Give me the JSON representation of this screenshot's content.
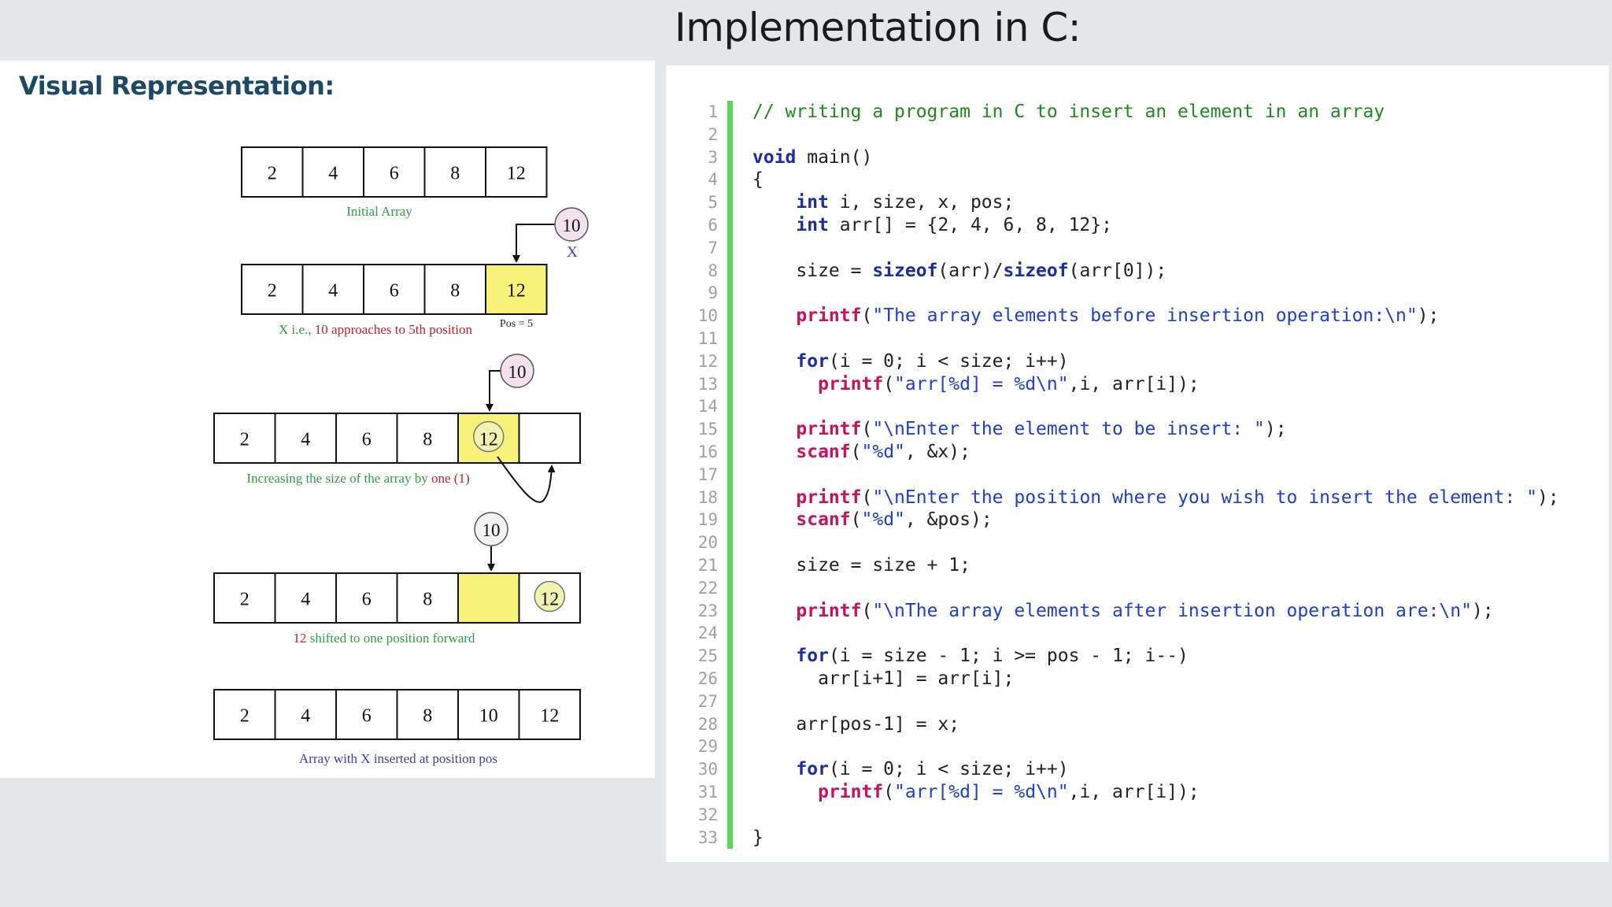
{
  "left_panel": {
    "title": "Visual Representation:",
    "stages": [
      {
        "cells": [
          "2",
          "4",
          "6",
          "8",
          "12"
        ],
        "highlight_index": null,
        "caption_parts": [
          {
            "text": "Initial Array",
            "color": "#2e9e44"
          }
        ]
      },
      {
        "cells": [
          "2",
          "4",
          "6",
          "8",
          "12"
        ],
        "highlight_index": 4,
        "incoming_value": "10",
        "incoming_label": "X",
        "pos_label": "Pos = 5",
        "caption_parts": [
          {
            "text": "X i.e.,",
            "color": "#2e9e44"
          },
          {
            "text": " 10 ",
            "color": "#c0222e"
          },
          {
            "text": "approaches to 5th position",
            "color": "#c0222e"
          }
        ]
      },
      {
        "cells": [
          "2",
          "4",
          "6",
          "8",
          "12",
          ""
        ],
        "highlight_index": 4,
        "circled_index": 4,
        "incoming_value": "10",
        "caption_parts": [
          {
            "text": "Increasing the size of the array by ",
            "color": "#2e9e44"
          },
          {
            "text": "one (1)",
            "color": "#c0222e"
          }
        ]
      },
      {
        "cells": [
          "2",
          "4",
          "6",
          "8",
          "",
          "12"
        ],
        "highlight_index": 4,
        "circled_index": 5,
        "incoming_value": "10",
        "caption_parts": [
          {
            "text": "12 ",
            "color": "#c0222e"
          },
          {
            "text": "shifted to one position forward",
            "color": "#2e9e44"
          }
        ]
      },
      {
        "cells": [
          "2",
          "4",
          "6",
          "8",
          "10",
          "12"
        ],
        "highlight_index": null,
        "caption_parts": [
          {
            "text": "Array with X inserted at position pos",
            "color": "#3b3fa8"
          }
        ]
      }
    ]
  },
  "right_panel": {
    "title": "Implementation in C:",
    "colors": {
      "gutter_bar": "#5cd65c",
      "line_number": "#a0a0a0"
    },
    "code_lines": [
      [
        {
          "t": "comment",
          "v": "// writing a program in C to insert an element in an array"
        }
      ],
      [],
      [
        {
          "t": "keyword",
          "v": "void"
        },
        {
          "t": "plain",
          "v": " main()"
        }
      ],
      [
        {
          "t": "plain",
          "v": "{"
        }
      ],
      [
        {
          "t": "plain",
          "v": "    "
        },
        {
          "t": "keyword",
          "v": "int"
        },
        {
          "t": "plain",
          "v": " i, size, x, pos;"
        }
      ],
      [
        {
          "t": "plain",
          "v": "    "
        },
        {
          "t": "keyword",
          "v": "int"
        },
        {
          "t": "plain",
          "v": " arr[] = {2, 4, 6, 8, 12};"
        }
      ],
      [],
      [
        {
          "t": "plain",
          "v": "    size = "
        },
        {
          "t": "keyword",
          "v": "sizeof"
        },
        {
          "t": "plain",
          "v": "(arr)/"
        },
        {
          "t": "keyword",
          "v": "sizeof"
        },
        {
          "t": "plain",
          "v": "(arr[0]);"
        }
      ],
      [],
      [
        {
          "t": "plain",
          "v": "    "
        },
        {
          "t": "func",
          "v": "printf"
        },
        {
          "t": "plain",
          "v": "("
        },
        {
          "t": "string",
          "v": "\"The array elements before insertion operation:\\n\""
        },
        {
          "t": "plain",
          "v": ");"
        }
      ],
      [],
      [
        {
          "t": "plain",
          "v": "    "
        },
        {
          "t": "keyword",
          "v": "for"
        },
        {
          "t": "plain",
          "v": "(i = 0; i < size; i++)"
        }
      ],
      [
        {
          "t": "plain",
          "v": "      "
        },
        {
          "t": "func",
          "v": "printf"
        },
        {
          "t": "plain",
          "v": "("
        },
        {
          "t": "string",
          "v": "\"arr[%d] = %d\\n\""
        },
        {
          "t": "plain",
          "v": ",i, arr[i]);"
        }
      ],
      [],
      [
        {
          "t": "plain",
          "v": "    "
        },
        {
          "t": "func",
          "v": "printf"
        },
        {
          "t": "plain",
          "v": "("
        },
        {
          "t": "string",
          "v": "\"\\nEnter the element to be insert: \""
        },
        {
          "t": "plain",
          "v": ");"
        }
      ],
      [
        {
          "t": "plain",
          "v": "    "
        },
        {
          "t": "func",
          "v": "scanf"
        },
        {
          "t": "plain",
          "v": "("
        },
        {
          "t": "string",
          "v": "\"%d\""
        },
        {
          "t": "plain",
          "v": ", &x);"
        }
      ],
      [],
      [
        {
          "t": "plain",
          "v": "    "
        },
        {
          "t": "func",
          "v": "printf"
        },
        {
          "t": "plain",
          "v": "("
        },
        {
          "t": "string",
          "v": "\"\\nEnter the position where you wish to insert the element: \""
        },
        {
          "t": "plain",
          "v": ");"
        }
      ],
      [
        {
          "t": "plain",
          "v": "    "
        },
        {
          "t": "func",
          "v": "scanf"
        },
        {
          "t": "plain",
          "v": "("
        },
        {
          "t": "string",
          "v": "\"%d\""
        },
        {
          "t": "plain",
          "v": ", &pos);"
        }
      ],
      [],
      [
        {
          "t": "plain",
          "v": "    size = size + 1;"
        }
      ],
      [],
      [
        {
          "t": "plain",
          "v": "    "
        },
        {
          "t": "func",
          "v": "printf"
        },
        {
          "t": "plain",
          "v": "("
        },
        {
          "t": "string",
          "v": "\"\\nThe array elements after insertion operation are:\\n\""
        },
        {
          "t": "plain",
          "v": ");"
        }
      ],
      [],
      [
        {
          "t": "plain",
          "v": "    "
        },
        {
          "t": "keyword",
          "v": "for"
        },
        {
          "t": "plain",
          "v": "(i = size - 1; i >= pos - 1; i--)"
        }
      ],
      [
        {
          "t": "plain",
          "v": "      arr[i+1] = arr[i];"
        }
      ],
      [],
      [
        {
          "t": "plain",
          "v": "    arr[pos-1] = x;"
        }
      ],
      [],
      [
        {
          "t": "plain",
          "v": "    "
        },
        {
          "t": "keyword",
          "v": "for"
        },
        {
          "t": "plain",
          "v": "(i = 0; i < size; i++)"
        }
      ],
      [
        {
          "t": "plain",
          "v": "      "
        },
        {
          "t": "func",
          "v": "printf"
        },
        {
          "t": "plain",
          "v": "("
        },
        {
          "t": "string",
          "v": "\"arr[%d] = %d\\n\""
        },
        {
          "t": "plain",
          "v": ",i, arr[i]);"
        }
      ],
      [],
      [
        {
          "t": "plain",
          "v": "}"
        }
      ]
    ]
  }
}
